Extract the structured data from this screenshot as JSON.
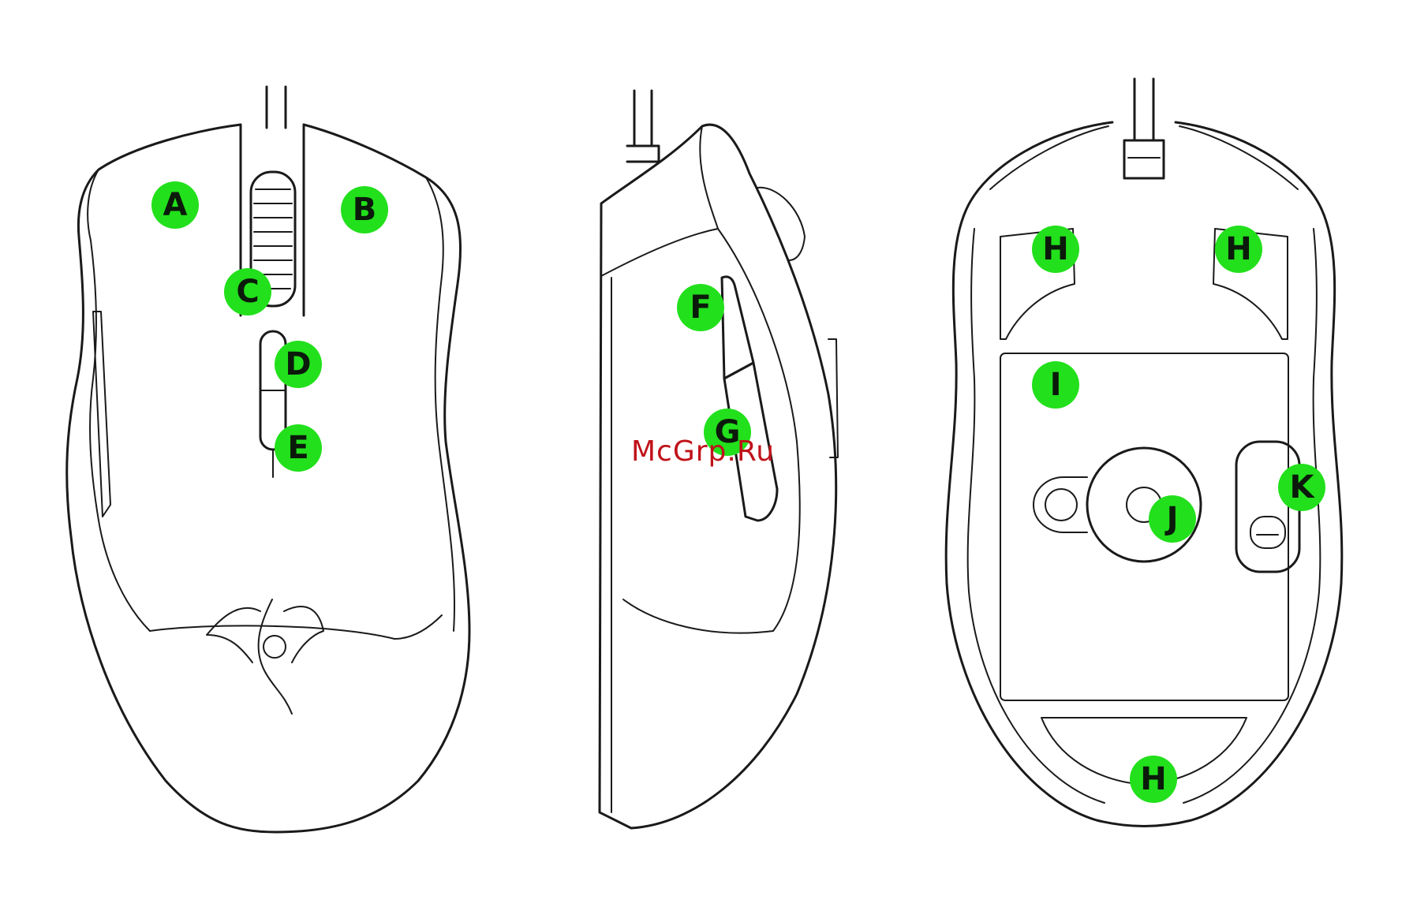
{
  "callouts": {
    "top": [
      {
        "key": "a",
        "label": "A"
      },
      {
        "key": "b",
        "label": "B"
      },
      {
        "key": "c",
        "label": "C"
      },
      {
        "key": "d",
        "label": "D"
      },
      {
        "key": "e",
        "label": "E"
      }
    ],
    "side": [
      {
        "key": "f",
        "label": "F"
      },
      {
        "key": "g",
        "label": "G"
      }
    ],
    "bottom": [
      {
        "key": "h1",
        "label": "H"
      },
      {
        "key": "h2",
        "label": "H"
      },
      {
        "key": "i",
        "label": "I"
      },
      {
        "key": "j",
        "label": "J"
      },
      {
        "key": "k",
        "label": "K"
      },
      {
        "key": "h3",
        "label": "H"
      }
    ]
  },
  "watermark": "McGrp.Ru",
  "colors": {
    "callout": "#22e01c",
    "outline": "#1a1a1a",
    "watermark": "#c0121a"
  }
}
